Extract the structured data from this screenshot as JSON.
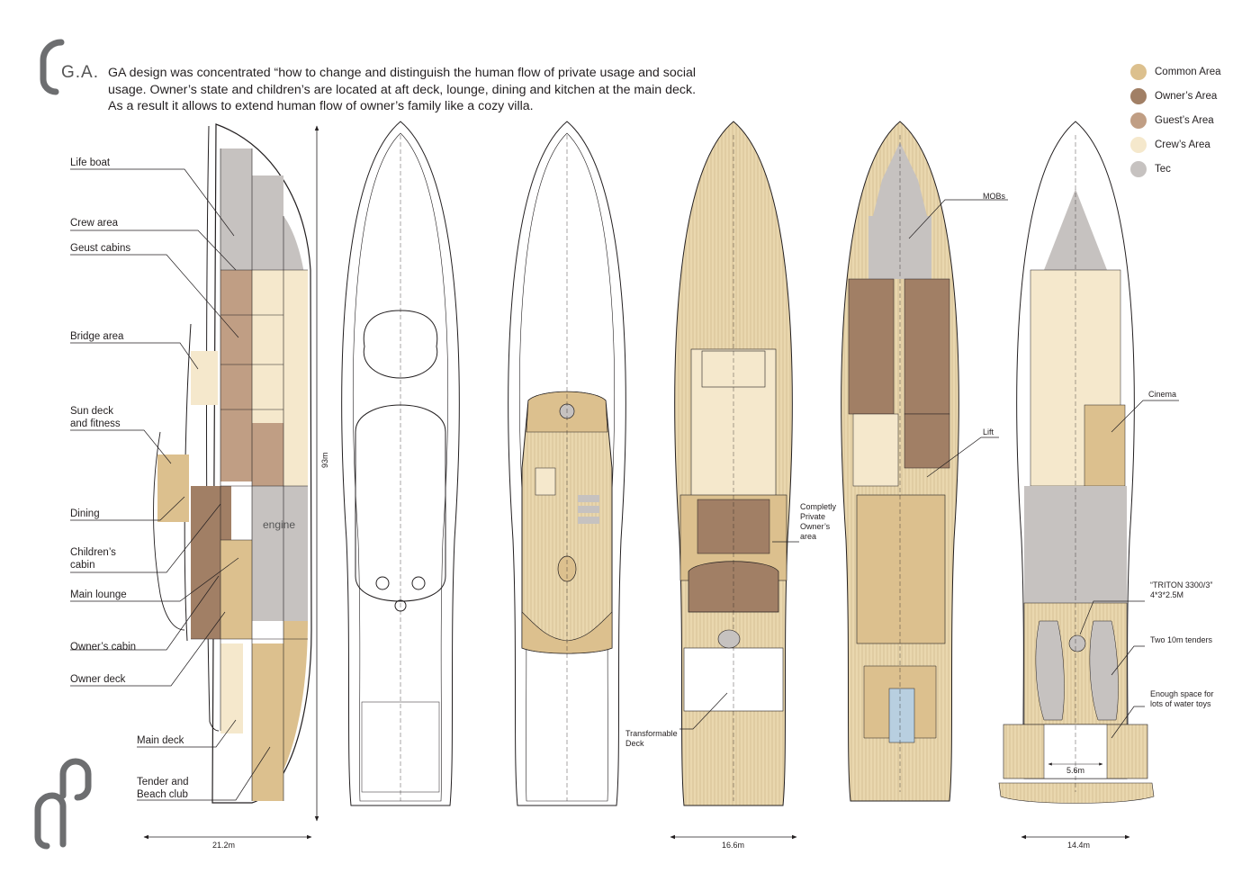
{
  "header": {
    "section_title": "G.A.",
    "intro_text": "GA design was concentrated “how to change and distinguish the human flow of private usage and social usage. Owner’s state and children’s are located at aft deck, lounge, dining and kitchen at the main deck. As a result it allows to extend human flow of owner’s family like a cozy villa."
  },
  "legend": [
    {
      "label": "Common Area",
      "color": "#dcc08e"
    },
    {
      "label": "Owner’s Area",
      "color": "#a17f65"
    },
    {
      "label": "Guest’s Area",
      "color": "#c09e84"
    },
    {
      "label": "Crew’s Area",
      "color": "#f5e8cc"
    },
    {
      "label": "Tec",
      "color": "#c6c2c0"
    }
  ],
  "profile_labels": [
    "Life boat",
    "Crew area",
    "Geust cabins",
    "Bridge area",
    "Sun deck\nand fitness",
    "Dining",
    "Children’s\ncabin",
    "Main lounge",
    "Owner’s cabin",
    "Owner deck",
    "Main deck",
    "Tender and\nBeach club"
  ],
  "profile": {
    "engine_label": "engine",
    "length_label": "93m",
    "width_label": "21.2m"
  },
  "plan_labels": {
    "completely_private": "Completly\nPrivate\nOwner’s\narea",
    "transformable_deck": "Transformable\nDeck",
    "mobs": "MOBs",
    "lift": "Lift",
    "cinema": "Cinema",
    "triton": "“TRITON 3300/3”\n4*3*2.5M",
    "tenders": "Two 10m tenders",
    "water_toys": "Enough space for\nlots of water toys",
    "width_mid": "16.6m",
    "width_right": "14.4m",
    "tender_gap": "5.6m"
  }
}
